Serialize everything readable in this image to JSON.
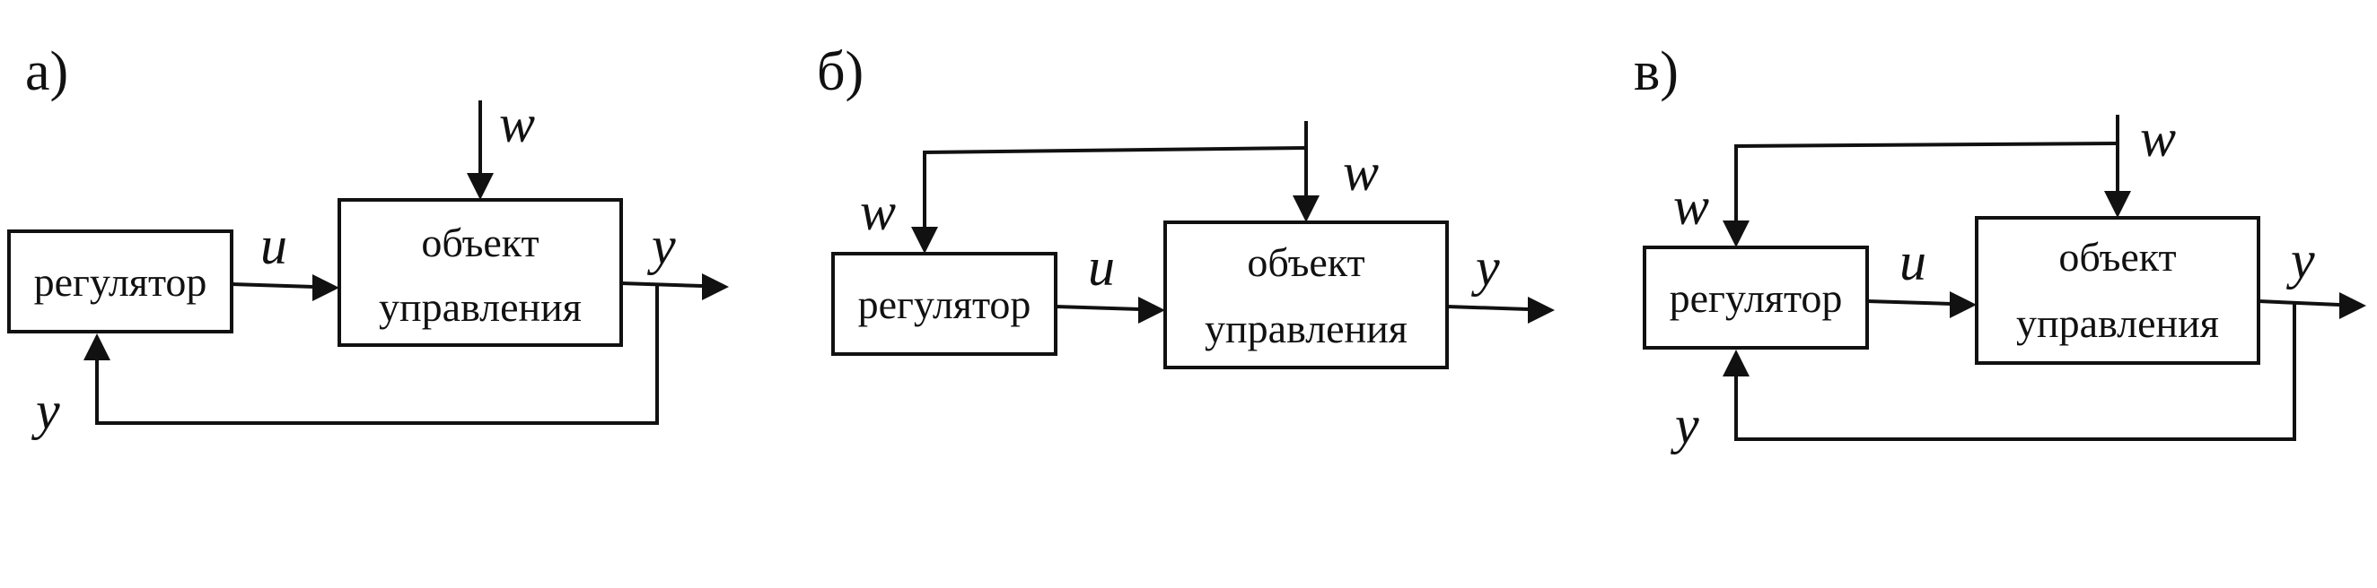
{
  "panels": [
    {
      "label": "а)",
      "controller": "регулятор",
      "plant_line1": "объект",
      "plant_line2": "управления",
      "signals": {
        "u": "u",
        "w_plant": "w",
        "y_out": "y",
        "y_feedback": "y"
      }
    },
    {
      "label": "б)",
      "controller": "регулятор",
      "plant_line1": "объект",
      "plant_line2": "управления",
      "signals": {
        "u": "u",
        "w_plant": "w",
        "w_controller": "w",
        "y_out": "y"
      }
    },
    {
      "label": "в)",
      "controller": "регулятор",
      "plant_line1": "объект",
      "plant_line2": "управления",
      "signals": {
        "u": "u",
        "w_plant": "w",
        "w_controller": "w",
        "y_out": "y",
        "y_feedback": "y"
      }
    }
  ],
  "colors": {
    "ink": "#111111",
    "background": "#ffffff"
  }
}
